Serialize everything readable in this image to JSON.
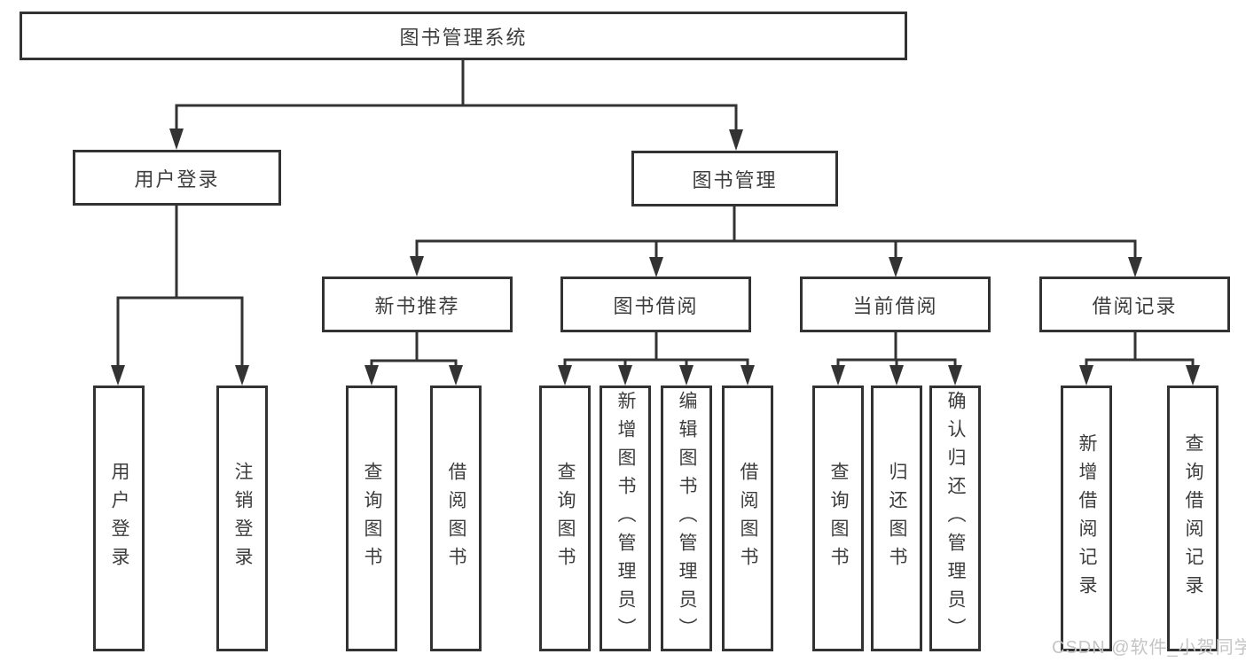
{
  "diagram": {
    "type": "hierarchy-flowchart",
    "tree": {
      "label": "图书管理系统",
      "children": [
        {
          "label": "用户登录",
          "children": [
            {
              "label": "用户登录"
            },
            {
              "label": "注销登录"
            }
          ]
        },
        {
          "label": "图书管理",
          "children": [
            {
              "label": "新书推荐",
              "children": [
                {
                  "label": "查询图书"
                },
                {
                  "label": "借阅图书"
                }
              ]
            },
            {
              "label": "图书借阅",
              "children": [
                {
                  "label": "查询图书"
                },
                {
                  "label": "新增图书（管理员）"
                },
                {
                  "label": "编辑图书（管理员）"
                },
                {
                  "label": "借阅图书"
                }
              ]
            },
            {
              "label": "当前借阅",
              "children": [
                {
                  "label": "查询图书"
                },
                {
                  "label": "归还图书"
                },
                {
                  "label": "确认归还（管理员）"
                }
              ]
            },
            {
              "label": "借阅记录",
              "children": [
                {
                  "label": "新增借阅记录"
                },
                {
                  "label": "查询借阅记录"
                }
              ]
            }
          ]
        }
      ]
    },
    "watermark": "CSDN @软件_小贺同学",
    "colors": {
      "line": "#333333",
      "box_border": "#333333",
      "box_background": "#ffffff",
      "text": "#3d3d3d",
      "watermark": "#c5c5c5",
      "page_background": "#ffffff"
    }
  }
}
